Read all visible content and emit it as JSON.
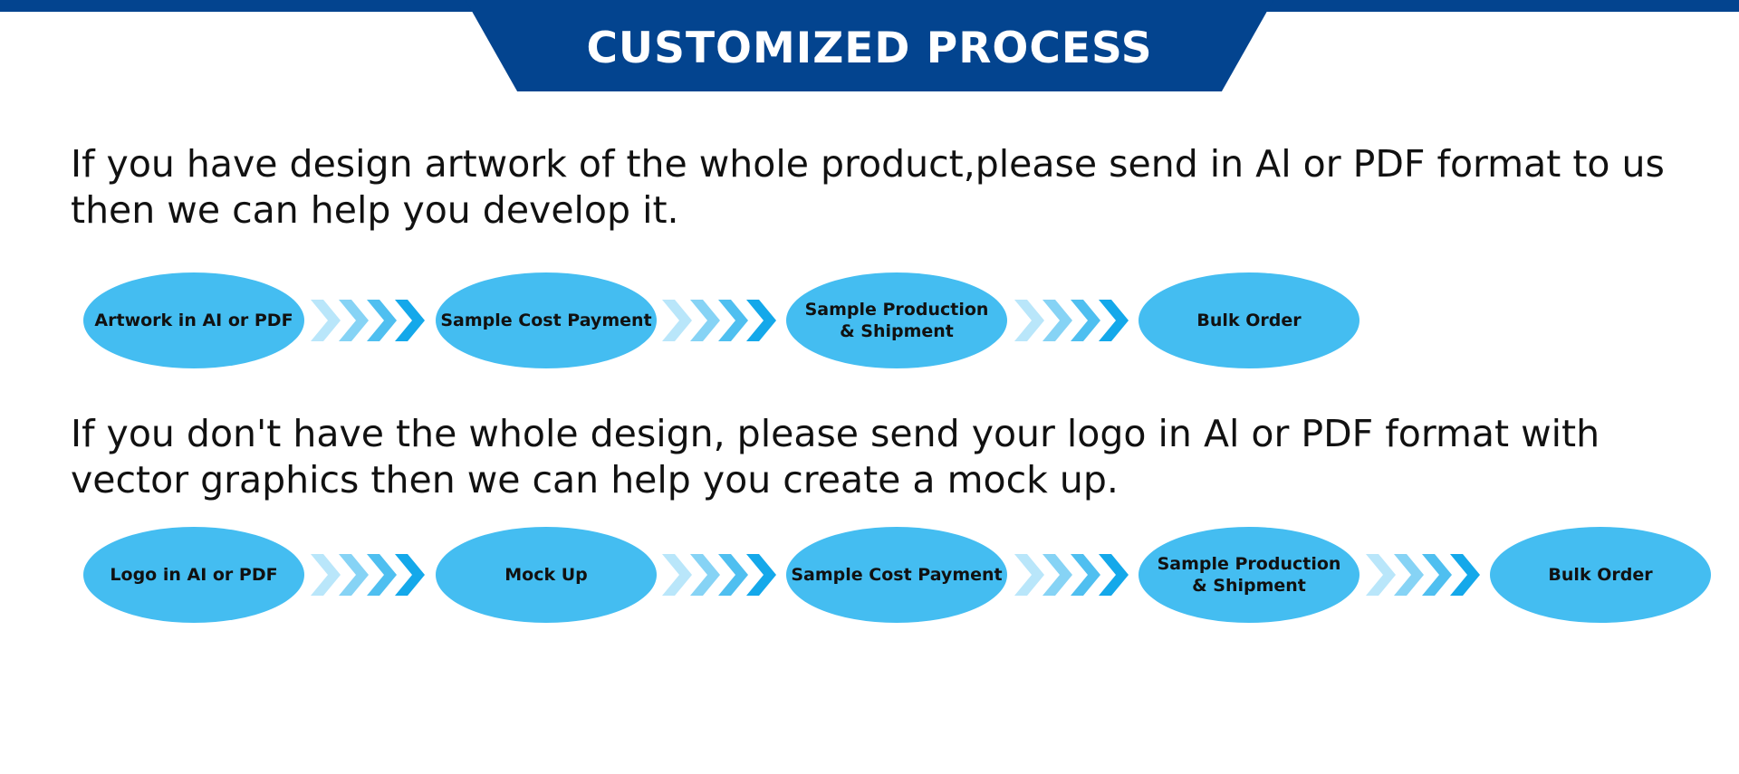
{
  "header": {
    "title": "CUSTOMIZED PROCESS"
  },
  "sections": [
    {
      "text": "If you have design artwork of the whole product,please send in Al or PDF format to us then we can help you develop it.",
      "steps": [
        "Artwork in AI or PDF",
        "Sample Cost Payment",
        "Sample Production\n& Shipment",
        "Bulk Order"
      ]
    },
    {
      "text": "If you don't have the whole design, please send your logo in Al or PDF format with vector graphics then we can help you create a mock up.",
      "steps": [
        "Logo in AI or PDF",
        "Mock Up",
        "Sample Cost Payment",
        "Sample Production\n& Shipment",
        "Bulk Order"
      ]
    }
  ],
  "colors": {
    "banner": "#03448f",
    "step_fill": "#44bdf1",
    "chevron_shades": [
      "#b9e6fa",
      "#86d3f5",
      "#4fbff0",
      "#14a8ea"
    ]
  },
  "icons": {
    "flow_arrow": "chevron-right-icon"
  }
}
